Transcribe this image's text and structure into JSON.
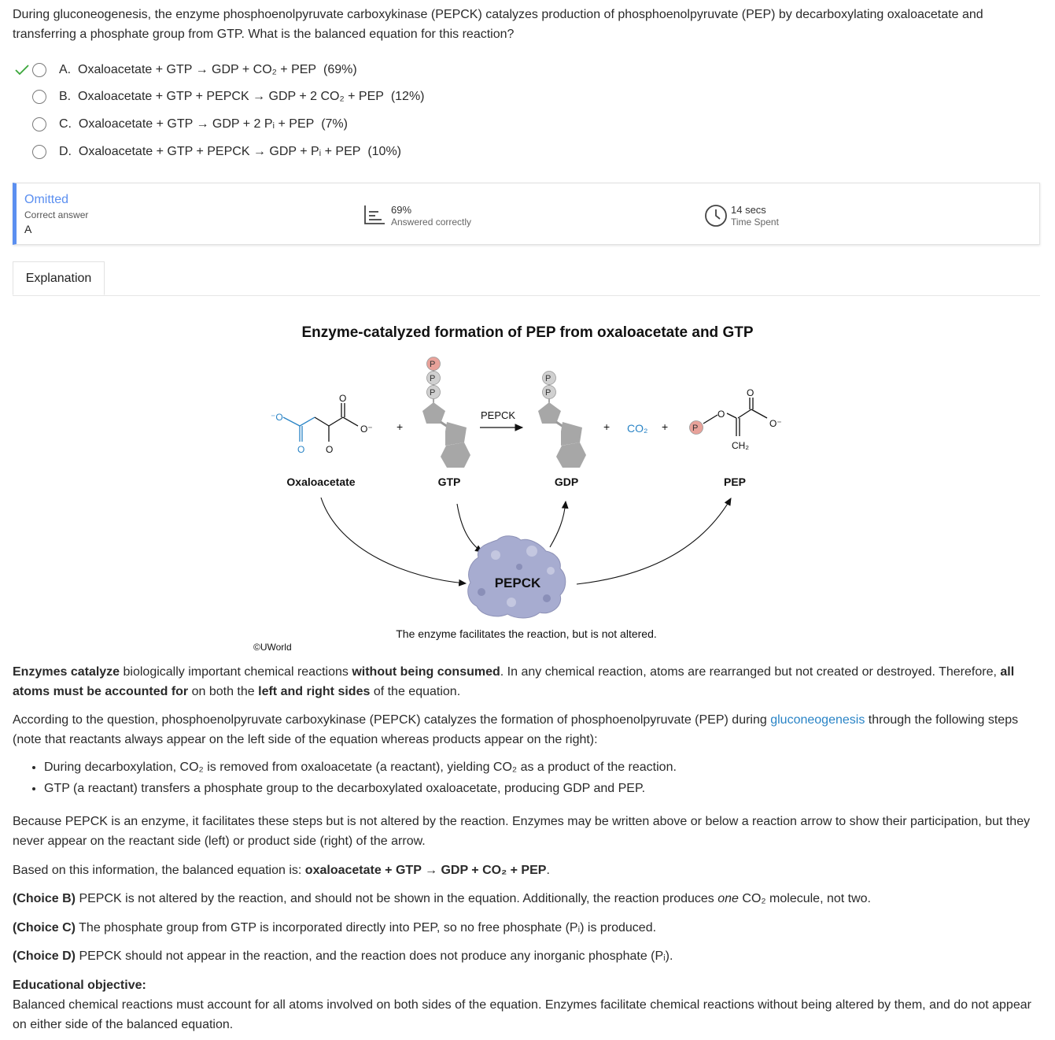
{
  "question": {
    "text": "During gluconeogenesis, the enzyme phosphoenolpyruvate carboxykinase (PEPCK) catalyzes production of phosphoenolpyruvate (PEP) by decarboxylating oxaloacetate and transferring a phosphate group from GTP.  What is the balanced equation for this reaction?",
    "choices": [
      {
        "letter": "A.",
        "text": "Oxaloacetate + GTP → GDP + CO₂ + PEP",
        "pct": "(69%)",
        "correct": true
      },
      {
        "letter": "B.",
        "text": "Oxaloacetate + GTP + PEPCK → GDP + 2 CO₂ + PEP",
        "pct": "(12%)",
        "correct": false
      },
      {
        "letter": "C.",
        "text": "Oxaloacetate + GTP → GDP + 2 Pᵢ + PEP",
        "pct": "(7%)",
        "correct": false
      },
      {
        "letter": "D.",
        "text": "Oxaloacetate + GTP + PEPCK → GDP + Pᵢ + PEP",
        "pct": "(10%)",
        "correct": false
      }
    ]
  },
  "stats": {
    "status": "Omitted",
    "correct_answer_label": "Correct answer",
    "correct_answer": "A",
    "percent": "69%",
    "percent_label": "Answered correctly",
    "time": "14 secs",
    "time_label": "Time Spent"
  },
  "tabs": {
    "explanation": "Explanation"
  },
  "figure": {
    "title": "Enzyme-catalyzed formation of PEP from oxaloacetate and GTP",
    "labels": {
      "oxaloacetate": "Oxaloacetate",
      "gtp": "GTP",
      "gdp": "GDP",
      "pep": "PEP",
      "enzyme": "PEPCK",
      "arrow_enzyme": "PEPCK",
      "co2": "CO₂",
      "plus": "+",
      "p": "P",
      "ch2": "CH₂",
      "o": "O",
      "o_minus": "O⁻",
      "minus_o": "⁻O"
    },
    "caption": "The enzyme facilitates the reaction, but is not altered.",
    "copyright": "©UWorld",
    "colors": {
      "phosphate_highlight": "#e8a29a",
      "phosphate": "#d0d0d0",
      "co2_blue": "#2a84c6",
      "enzyme": "#a7acd0"
    }
  },
  "explanation": {
    "p1": {
      "b1": "Enzymes catalyze",
      "t1": " biologically important chemical reactions ",
      "b2": "without being consumed",
      "t2": ".  In any chemical reaction, atoms are rearranged but not created or destroyed.  Therefore, ",
      "b3": "all atoms must be accounted for",
      "t3": " on both the ",
      "b4": "left and right sides",
      "t4": " of the equation."
    },
    "p2": {
      "t1": "According to the question, phosphoenolpyruvate carboxykinase (PEPCK) catalyzes the formation of phosphoenolpyruvate (PEP) during ",
      "link": "gluconeogenesis",
      "t2": " through the following steps (note that reactants always appear on the left side of the equation whereas products appear on the right):"
    },
    "bullets": [
      "During decarboxylation, CO₂ is removed from oxaloacetate (a reactant), yielding CO₂ as a product of the reaction.",
      "GTP (a reactant) transfers a phosphate group to the decarboxylated oxaloacetate, producing GDP and PEP."
    ],
    "p3": "Because PEPCK is an enzyme, it facilitates these steps but is not altered by the reaction.  Enzymes may be written above or below a reaction arrow to show their participation, but they never appear on the reactant side (left) or product side (right) of the arrow.",
    "p4": {
      "t1": "Based on this information, the balanced equation is: ",
      "b1": "oxaloacetate + GTP → GDP + CO₂ + PEP",
      "t2": "."
    },
    "choiceB": {
      "label": "(Choice B)",
      "t1": "  PEPCK is not altered by the reaction, and should not be shown in the equation.  Additionally, the reaction produces ",
      "em": "one",
      "t2": " CO₂ molecule, not two."
    },
    "choiceC": {
      "label": "(Choice C)",
      "t1": "  The phosphate group from GTP is incorporated directly into PEP, so no free phosphate (Pᵢ) is produced."
    },
    "choiceD": {
      "label": "(Choice D)",
      "t1": "  PEPCK should not appear in the reaction, and the reaction does not produce any inorganic phosphate (Pᵢ)."
    },
    "objective_title": "Educational objective:",
    "objective": "Balanced chemical reactions must account for all atoms involved on both sides of the equation.  Enzymes facilitate chemical reactions without being altered by them, and do not appear on either side of the balanced equation."
  }
}
